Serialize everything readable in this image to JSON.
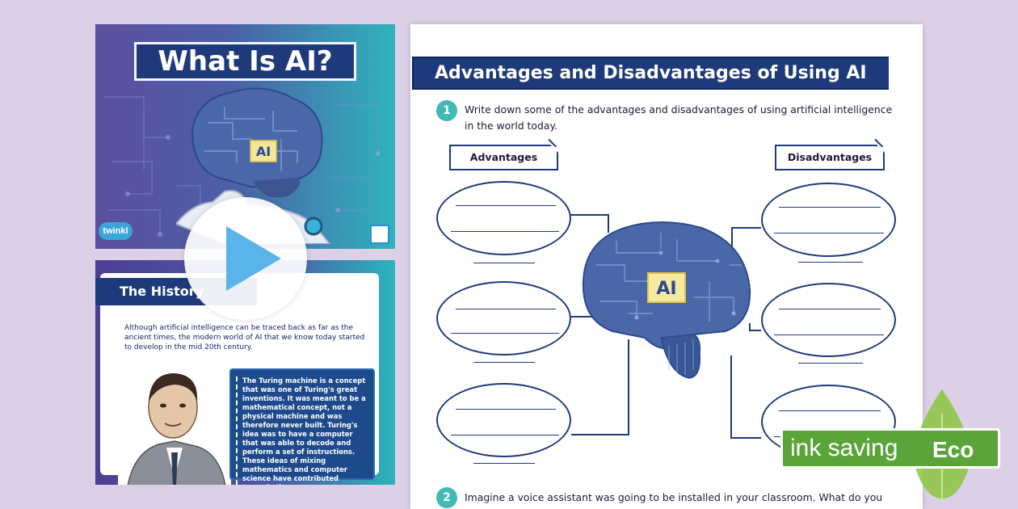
{
  "slide1": {
    "title": "What Is AI?",
    "brain_label": "AI",
    "logo_text": "twinkl"
  },
  "slide2": {
    "title": "The History",
    "intro": "Although artificial intelligence can be traced back as far as the ancient times, the modern world of AI that we know today started to develop in the mid 20th century.",
    "box_text": "The Turing machine is a concept that was one of Turing's great inventions. It was meant to be a mathematical concept, not a physical machine and was therefore never built. Turing's idea was to have a computer that was able to decode and perform a set of instructions. These ideas of mixing mathematics and computer science have contributed towards the way computers are built and used today."
  },
  "worksheet": {
    "title": "Advantages and Disadvantages of Using AI",
    "q1_number": "1",
    "q1_text_line1": "Write down some of the advantages and disadvantages of using artificial intelligence",
    "q1_text_line2": "in the world today.",
    "advantages_label": "Advantages",
    "disadvantages_label": "Disadvantages",
    "brain_label": "AI",
    "q2_number": "2",
    "q2_text": "Imagine a voice assistant was going to be installed in your classroom. What do you"
  },
  "eco_badge": {
    "text": "ink saving",
    "word": "Eco",
    "color": "#5aa43a"
  },
  "colors": {
    "navy": "#1f3a7a",
    "teal": "#3fbab5",
    "background": "#dcd0e6"
  },
  "icons": {
    "play": "play-icon",
    "brain": "brain-icon",
    "leaf": "leaf-icon"
  }
}
